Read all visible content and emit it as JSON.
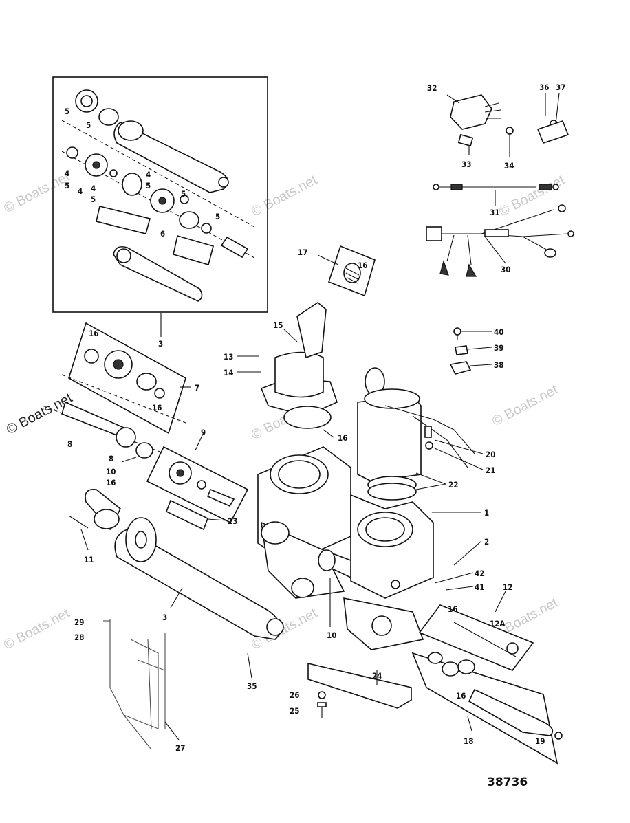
{
  "figure_number": "38736",
  "watermark_text": "© Boats.net",
  "callouts": {
    "c1": "1",
    "c2": "2",
    "c3a": "3",
    "c3b": "3",
    "c4a": "4",
    "c4b": "4",
    "c4c": "4",
    "c5a": "5",
    "c5b": "5",
    "c5c": "5",
    "c5d": "5",
    "c5e": "5",
    "c5f": "5",
    "c5g": "5",
    "c6": "6",
    "c7": "7",
    "c8a": "8",
    "c8b": "8",
    "c9": "9",
    "c10a": "10",
    "c10b": "10",
    "c11": "11",
    "c12": "12",
    "c12A": "12A",
    "c13": "13",
    "c14": "14",
    "c15": "15",
    "c16a": "16",
    "c16b": "16",
    "c16c": "16",
    "c16d": "16",
    "c16e": "16",
    "c16f": "16",
    "c16g": "16",
    "c17": "17",
    "c18": "18",
    "c19": "19",
    "c20": "20",
    "c21": "21",
    "c22": "22",
    "c23": "23",
    "c24": "24",
    "c25": "25",
    "c26": "26",
    "c27": "27",
    "c28": "28",
    "c29": "29",
    "c30": "30",
    "c31": "31",
    "c32": "32",
    "c33": "33",
    "c34": "34",
    "c35": "35",
    "c36": "36",
    "c37": "37",
    "c38": "38",
    "c39": "39",
    "c40": "40",
    "c41": "41",
    "c42": "42"
  }
}
